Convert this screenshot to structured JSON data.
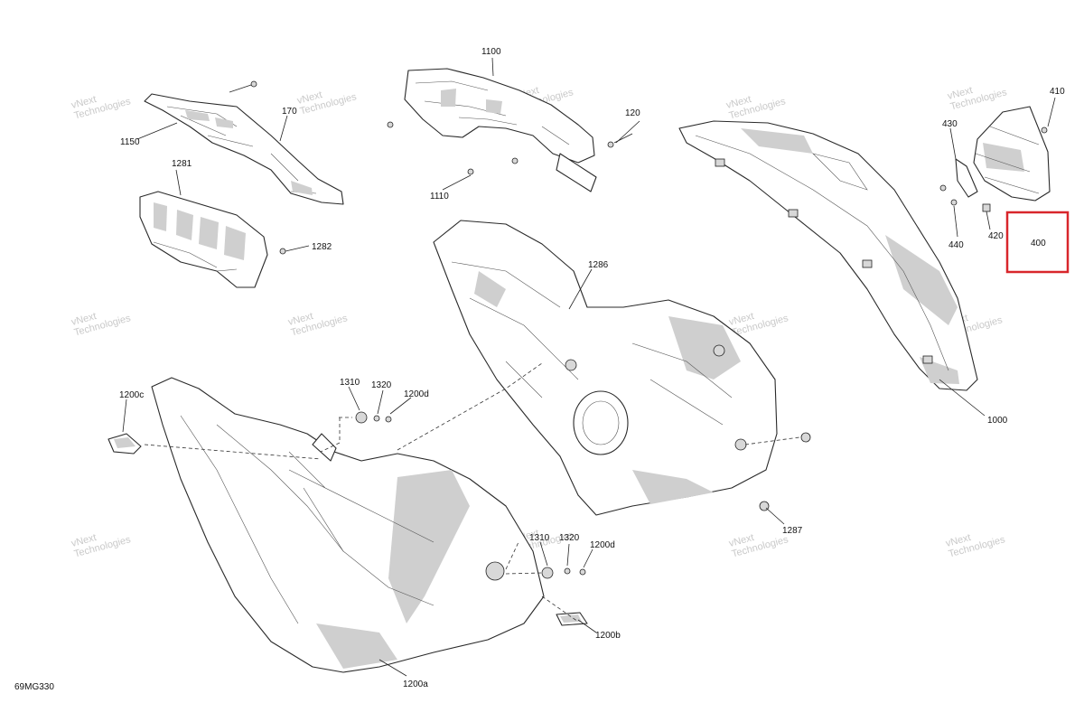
{
  "diagram": {
    "code": "69MG330",
    "highlight_color": "#d8262b",
    "highlighted_part": "400",
    "watermark": {
      "line1": "vNext",
      "line2": "Technologies"
    },
    "callouts": {
      "c1100": "1100",
      "c1150": "1150",
      "c170": "170",
      "c120": "120",
      "c1110": "1110",
      "c1281": "1281",
      "c1282": "1282",
      "c1286": "1286",
      "c410": "410",
      "c430": "430",
      "c440": "440",
      "c420": "420",
      "c400": "400",
      "c1000": "1000",
      "c1200c": "1200c",
      "c1310a": "1310",
      "c1320a": "1320",
      "c1200d_a": "1200d",
      "c1287": "1287",
      "c1310b": "1310",
      "c1320b": "1320",
      "c1200d_b": "1200d",
      "c1200b": "1200b",
      "c1200a": "1200a"
    }
  }
}
